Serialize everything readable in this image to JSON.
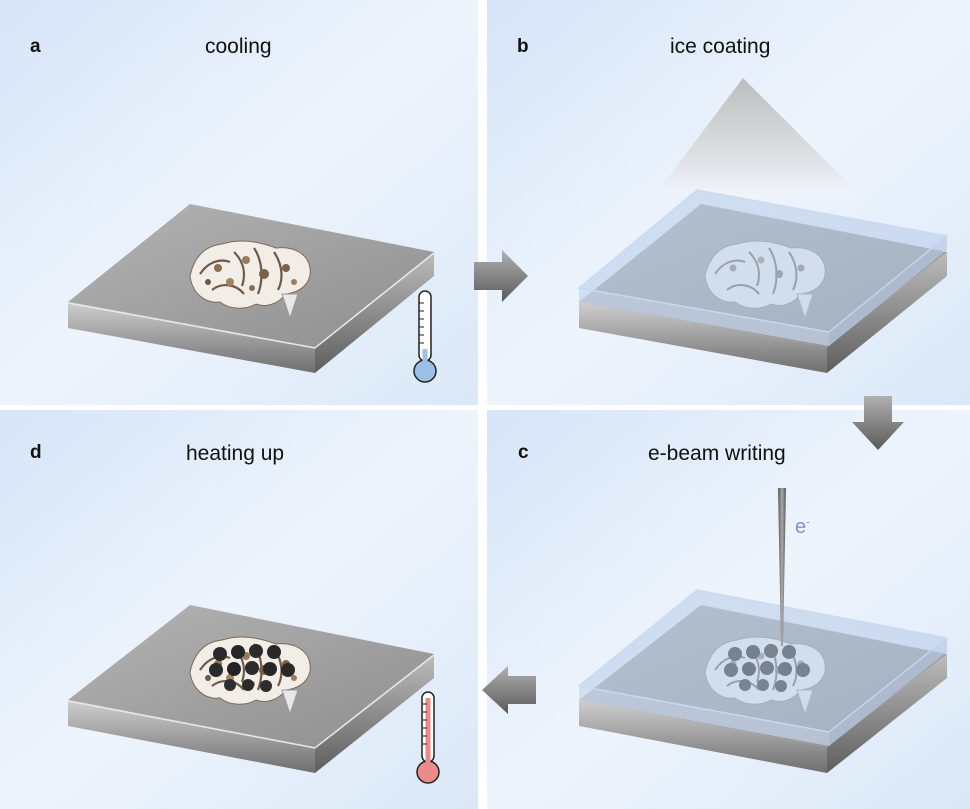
{
  "panels": [
    {
      "letter": "a",
      "title": "cooling"
    },
    {
      "letter": "b",
      "title": "ice coating"
    },
    {
      "letter": "c",
      "title": "e-beam writing"
    },
    {
      "letter": "d",
      "title": "heating up"
    }
  ],
  "beam_label": {
    "base": "e",
    "sup": "-"
  },
  "colors": {
    "background": "#e4eefb",
    "plate_top": "#a3a3a3",
    "plate_side": "#7a7a7a",
    "ice": "#b7cbe8",
    "thermo_cold": "#9cc0e6",
    "thermo_hot": "#e98b8b",
    "arrow": "#7d7d7d"
  },
  "icons": {
    "cold": "thermometer-cold-icon",
    "hot": "thermometer-hot-icon",
    "flow_arrow": "block-arrow-icon"
  }
}
